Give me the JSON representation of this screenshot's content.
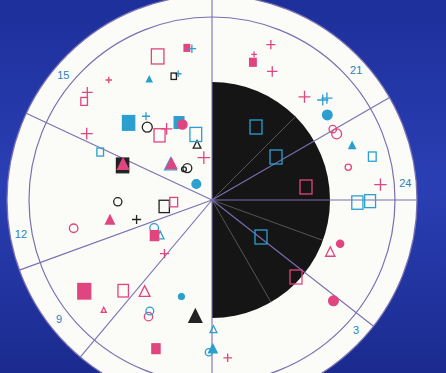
{
  "diagram": {
    "labels": [
      "24",
      "3",
      "9",
      "12",
      "15",
      "21"
    ]
  }
}
